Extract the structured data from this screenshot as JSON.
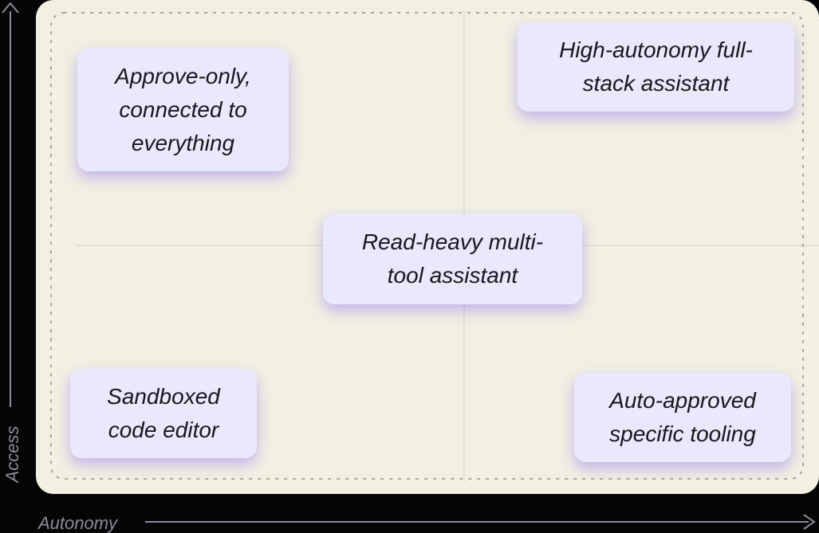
{
  "diagram": {
    "type": "quadrant-diagram",
    "x_axis": {
      "label": "Autonomy",
      "direction": "right"
    },
    "y_axis": {
      "label": "Access",
      "direction": "up"
    },
    "nodes": [
      {
        "id": "approve-only-connected",
        "quadrant": "top-left",
        "label": "Approve-only,\nconnected to\neverything"
      },
      {
        "id": "high-autonomy-full-stack",
        "quadrant": "top-right",
        "label": "High-autonomy full-\nstack assistant"
      },
      {
        "id": "read-heavy-multi-tool",
        "quadrant": "center",
        "label": "Read-heavy multi-\ntool assistant"
      },
      {
        "id": "sandboxed-code-editor",
        "quadrant": "bottom-left",
        "label": "Sandboxed\ncode editor"
      },
      {
        "id": "auto-approved-tooling",
        "quadrant": "bottom-right",
        "label": "Auto-approved\nspecific tooling"
      }
    ],
    "colors": {
      "page_background": "#050505",
      "panel_background": "#f2f0e3",
      "card_background": "#e9e8fc",
      "card_text": "#17171c",
      "card_glow": "rgba(124,96,238,0.42)",
      "axis": "#8e8a9b",
      "quadrant_lines": "#e3e1d5",
      "dashed_border": "#a4a99c"
    }
  }
}
